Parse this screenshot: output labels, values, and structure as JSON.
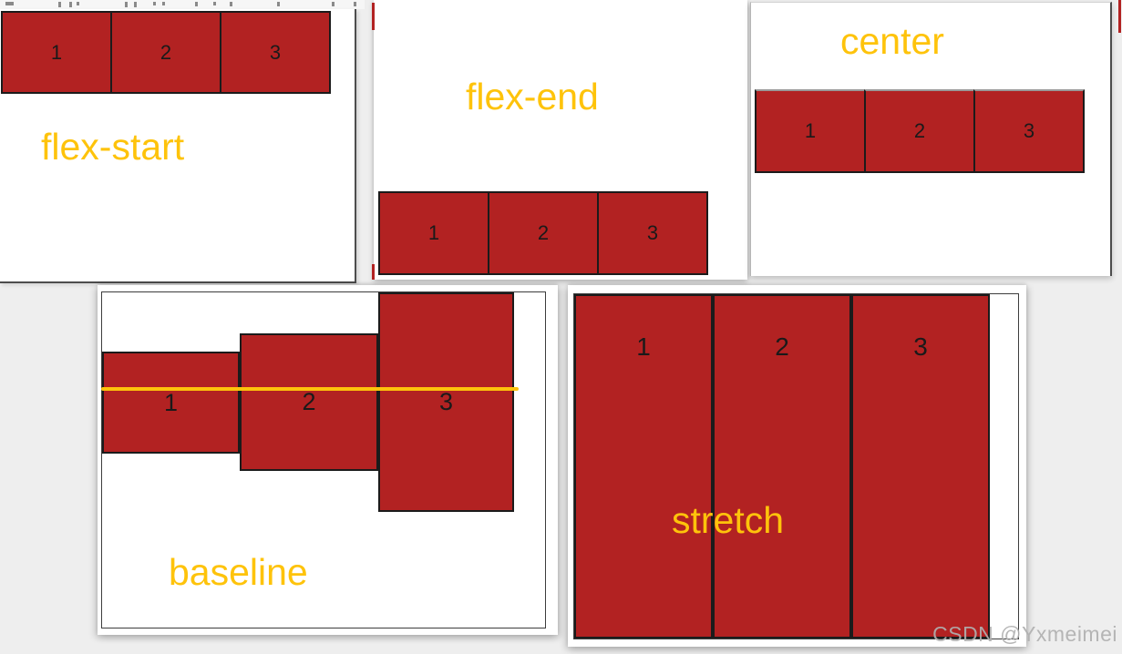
{
  "colors": {
    "item_red": "#b22222",
    "item_border_black": "#1b1b1b",
    "center_row_top_border_gray": "#9a9a9a",
    "label_gold": "#fec30b",
    "baseline_line_gold": "#fec30b",
    "panel_border_gray": "#4d4d4d",
    "watermark_gray": "#b0b0b0",
    "page_background": "#eeeeee"
  },
  "panels": {
    "flex_start": {
      "label": "flex-start",
      "items": [
        "1",
        "2",
        "3"
      ]
    },
    "flex_end": {
      "label": "flex-end",
      "items": [
        "1",
        "2",
        "3"
      ]
    },
    "center": {
      "label": "center",
      "items": [
        "1",
        "2",
        "3"
      ]
    },
    "baseline": {
      "label": "baseline",
      "items": [
        "1",
        "2",
        "3"
      ]
    },
    "stretch": {
      "label": "stretch",
      "items": [
        "1",
        "2",
        "3"
      ]
    }
  },
  "watermark": {
    "text": "CSDN @Yxmeimei"
  }
}
